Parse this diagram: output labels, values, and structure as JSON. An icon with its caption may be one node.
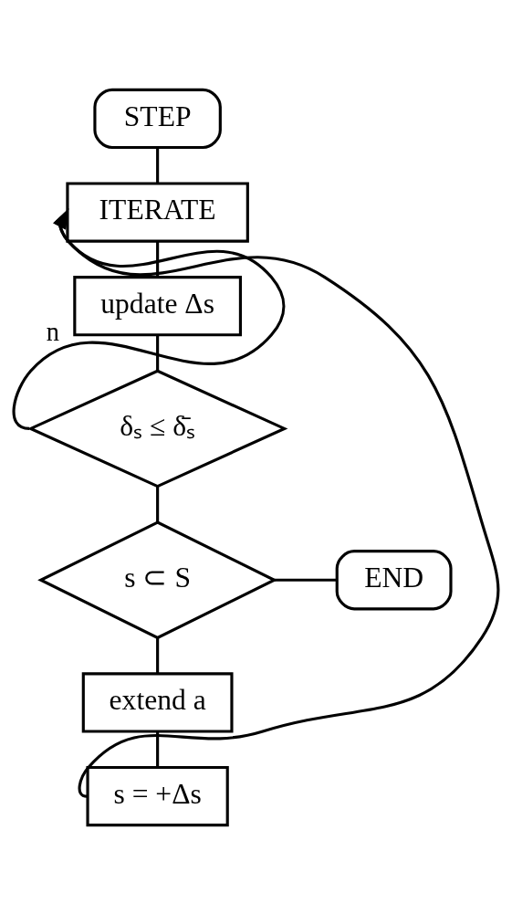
{
  "diagram": {
    "nodes": [
      {
        "text": [
          "STEP"
        ]
      },
      {
        "text": [
          "ITERATE"
        ]
      },
      {
        "text": [
          "update Δs"
        ]
      },
      {
        "text": [
          "δₛ ≤ δ̄ₛ"
        ]
      },
      {
        "text": [
          "s ⊂ S"
        ]
      },
      {
        "text": [
          "END"
        ]
      },
      {
        "text": [
          "extend a"
        ]
      },
      {
        "text": [
          "s = +Δs"
        ]
      }
    ],
    "edges": [
      {
        "from": 0,
        "to": 1,
        "arrow": "none"
      },
      {
        "from": 1,
        "to": 2,
        "arrow": "none"
      },
      {
        "from": 2,
        "to": 3,
        "arrow": "none"
      },
      {
        "from": 3,
        "to": 4,
        "arrow": "none"
      },
      {
        "from": 4,
        "to": 5,
        "arrow": "none"
      },
      {
        "from": 4,
        "to": 6,
        "arrow": "none"
      },
      {
        "from": 6,
        "to": 7,
        "arrow": "none"
      },
      {
        "from": 7,
        "to": 1,
        "arrow": "to"
      },
      {
        "from": 3,
        "to": 1,
        "arrow": "to",
        "label": "n"
      }
    ]
  }
}
